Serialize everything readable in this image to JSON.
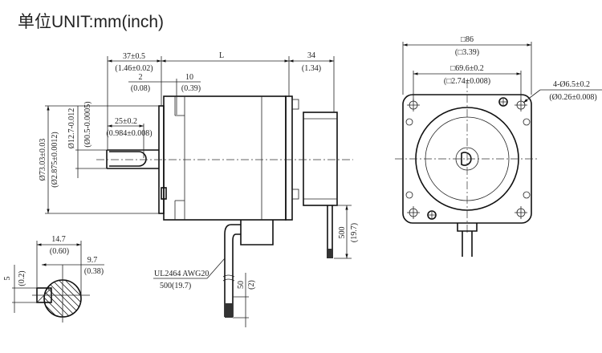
{
  "title": "单位UNIT:mm(inch)",
  "side_view": {
    "len_flange": "37±0.5",
    "len_flange_in": "(1.46±0.02)",
    "len_body": "L",
    "len_rear": "34",
    "len_rear_in": "(1.34)",
    "flange_thk": "2",
    "flange_thk_in": "(0.08)",
    "boss": "10",
    "boss_in": "(0.39)",
    "shaft_len": "25±0.2",
    "shaft_len_in": "(0.984±0.008)",
    "pilot_dia": "Ø73.03±0.03",
    "pilot_dia_in": "(Ø2.875±0.0012)",
    "shaft_dia": "Ø12.7-0.012",
    "shaft_dia_in": "(Ø0.5-0.0005)",
    "lead_len": "500",
    "lead_len_in": "(19.7)"
  },
  "cable": {
    "spec": "UL2464 AWG20",
    "length": "500(19.7)",
    "strip": "50",
    "strip_in": "(2)"
  },
  "shaft_section": {
    "width": "14.7",
    "width_in": "(0.60)",
    "flat": "9.7",
    "flat_in": "(0.38)",
    "key": "5",
    "key_in": "(0.2)"
  },
  "front_view": {
    "square": "□86",
    "square_in": "(□3.39)",
    "hole_pitch": "□69.6±0.2",
    "hole_pitch_in": "(□2.74±0.008)",
    "holes": "4-Ø6.5±0.2",
    "holes_in": "(Ø0.26±0.008)"
  }
}
